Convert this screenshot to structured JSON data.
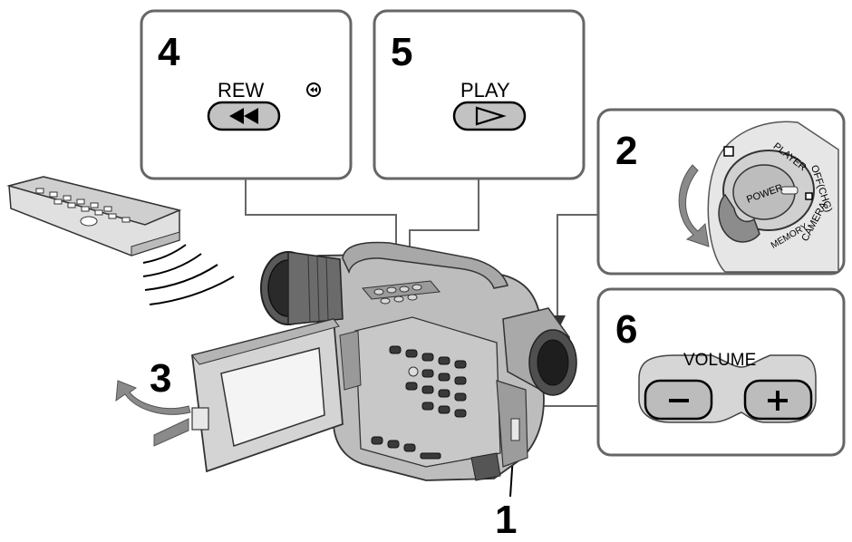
{
  "steps": {
    "s1": "1",
    "s2": "2",
    "s3": "3",
    "s4": "4",
    "s5": "5",
    "s6": "6"
  },
  "labels": {
    "rew": "REW",
    "play": "PLAY",
    "volume": "VOLUME",
    "power": "POWER",
    "player": "PLAYER",
    "off_chg": "OFF(CHG)",
    "camera": "CAMERA",
    "memory": "MEMORY"
  },
  "icons": {
    "rew_symbol": "rewind-icon",
    "play_symbol": "play-icon",
    "remote_symbol": "remote-sensor-icon",
    "minus_symbol": "minus-icon",
    "plus_symbol": "plus-icon"
  },
  "colors": {
    "line": "#000000",
    "panel_border": "#666666",
    "button_fill": "#bfbfbf",
    "body_fill": "#bdbdbd",
    "arrow_fill": "#8a8a8a"
  }
}
